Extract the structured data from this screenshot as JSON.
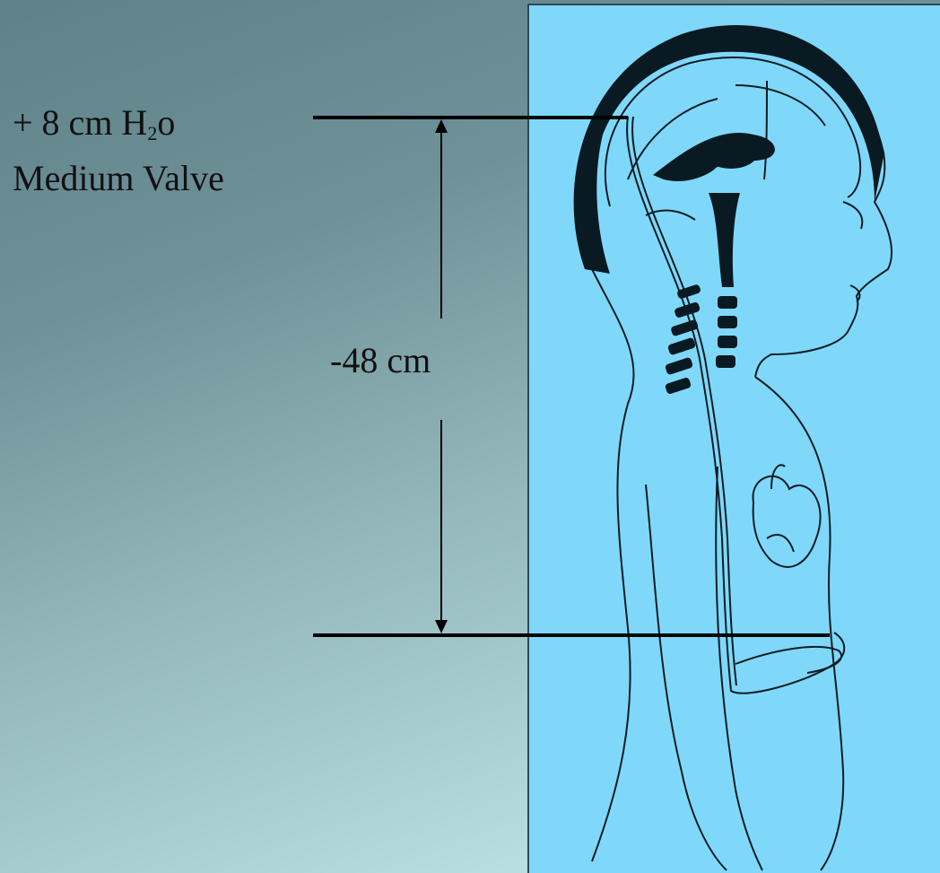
{
  "labels": {
    "pressure_prefix": "+ 8 cm H",
    "pressure_subscript": "2",
    "pressure_suffix": "o",
    "valve_name": "Medium Valve",
    "distance": "-48 cm"
  },
  "colors": {
    "panel_background": "#7fd8fa",
    "line": "#000000",
    "anatomy_fill": "#0a1a22"
  }
}
